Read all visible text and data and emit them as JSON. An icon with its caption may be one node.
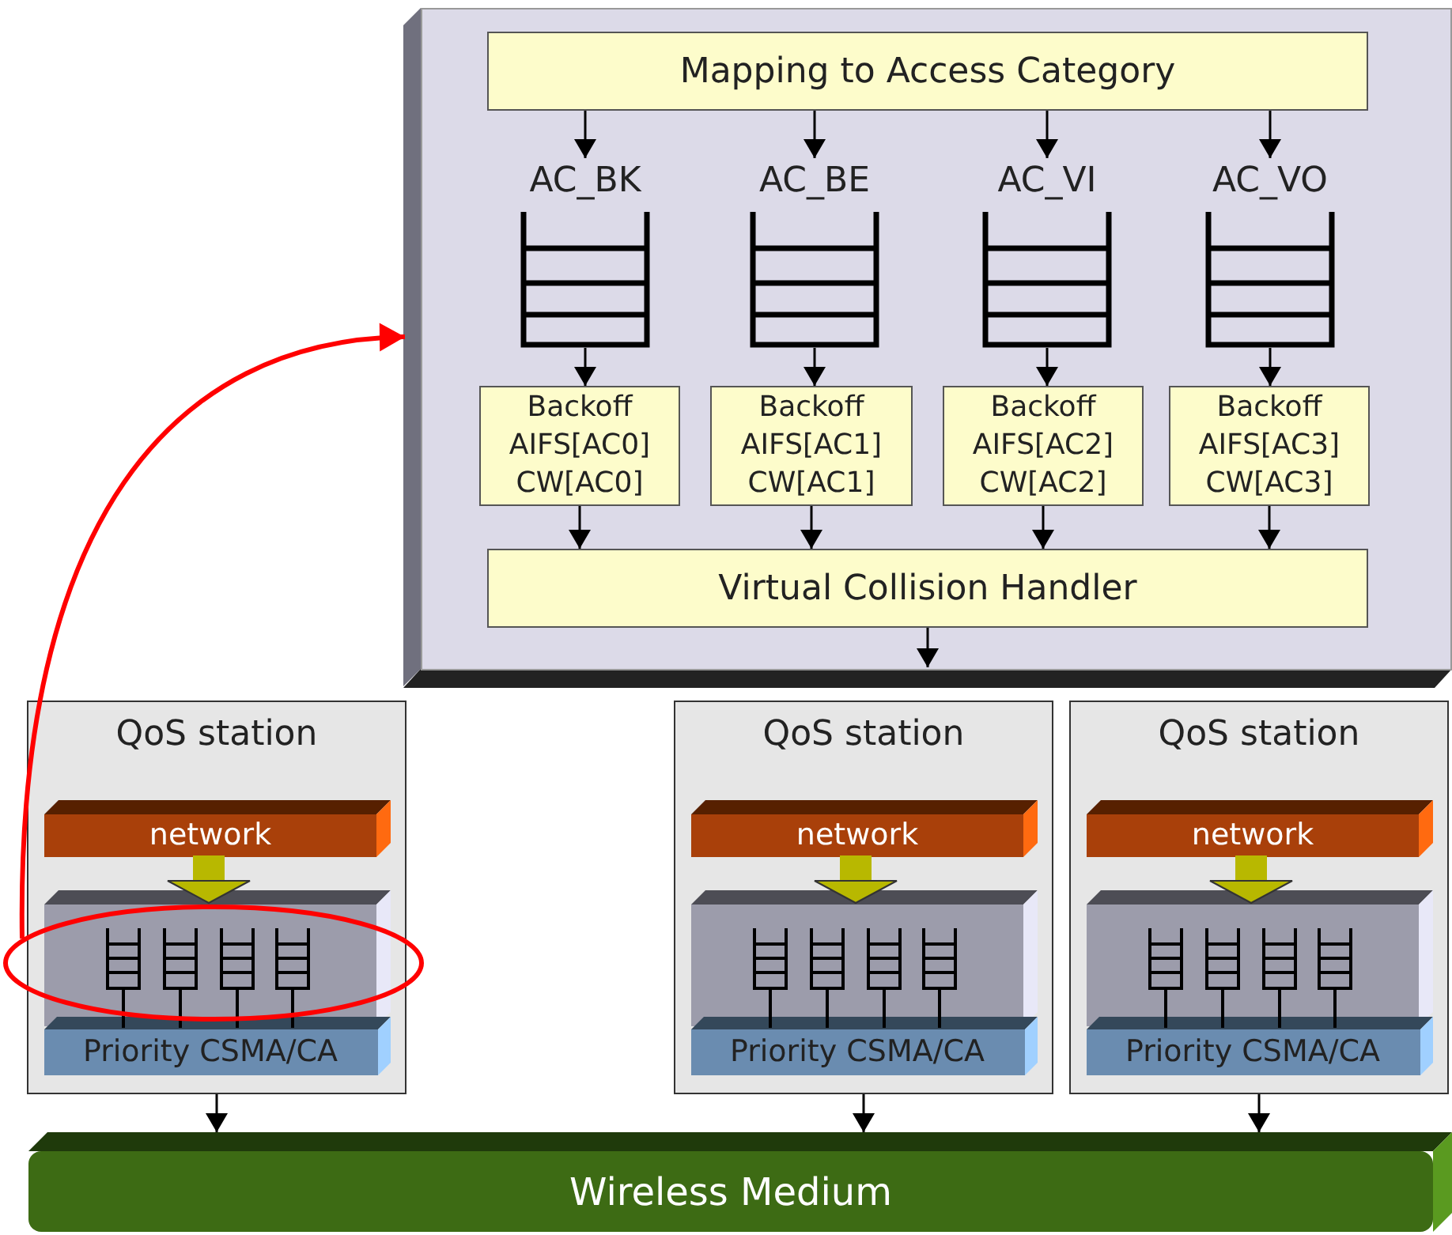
{
  "diagram": {
    "nodes": [
      {
        "text": [],
        "shape": "box"
      },
      {
        "text": [
          "Mapping to Access Category"
        ],
        "in": 0
      },
      {
        "text": [
          "AC_BK"
        ],
        "in": 0
      },
      {
        "text": [
          "AC_BE"
        ],
        "in": 0
      },
      {
        "text": [
          "AC_VI"
        ],
        "in": 0
      },
      {
        "text": [
          "AC_VO"
        ],
        "in": 0
      },
      {
        "text": [
          "Backoff AIFS[AC0] CW[AC0]"
        ],
        "in": 0
      },
      {
        "text": [
          "Backoff AIFS[AC1] CW[AC1]"
        ],
        "in": 0
      },
      {
        "text": [
          "Backoff AIFS[AC2] CW[AC2]"
        ],
        "in": 0
      },
      {
        "text": [
          "Backoff AIFS[AC3] CW[AC3]"
        ],
        "in": 0
      },
      {
        "text": [
          "Virtual Collision Handler"
        ],
        "in": 0
      },
      {
        "text": [
          "QoS station"
        ]
      },
      {
        "text": [
          "network"
        ],
        "in": 11
      },
      {
        "text": [],
        "shape": "box",
        "in": 11
      },
      {
        "text": [
          "Priority CSMA/CA"
        ],
        "in": 11
      },
      {
        "text": [],
        "shape": "ellipse"
      },
      {
        "text": [
          "QoS station"
        ]
      },
      {
        "text": [
          "network"
        ],
        "in": 16
      },
      {
        "text": [],
        "shape": "box",
        "in": 16
      },
      {
        "text": [
          "Priority CSMA/CA"
        ],
        "in": 16
      },
      {
        "text": [
          "QoS station"
        ]
      },
      {
        "text": [
          "network"
        ],
        "in": 20
      },
      {
        "text": [],
        "shape": "box",
        "in": 20
      },
      {
        "text": [
          "Priority CSMA/CA"
        ],
        "in": 20
      },
      {
        "text": [
          "Wireless Medium"
        ]
      }
    ],
    "edges": [
      {
        "from": 1,
        "to": 2,
        "arrow": "to"
      },
      {
        "from": 1,
        "to": 3,
        "arrow": "to"
      },
      {
        "from": 1,
        "to": 4,
        "arrow": "to"
      },
      {
        "from": 1,
        "to": 5,
        "arrow": "to"
      },
      {
        "from": 2,
        "to": 6,
        "arrow": "to"
      },
      {
        "from": 3,
        "to": 7,
        "arrow": "to"
      },
      {
        "from": 4,
        "to": 8,
        "arrow": "to"
      },
      {
        "from": 5,
        "to": 9,
        "arrow": "to"
      },
      {
        "from": 6,
        "to": 10,
        "arrow": "to"
      },
      {
        "from": 7,
        "to": 10,
        "arrow": "to"
      },
      {
        "from": 8,
        "to": 10,
        "arrow": "to"
      },
      {
        "from": 9,
        "to": 10,
        "arrow": "to"
      },
      {
        "from": 10,
        "to": null,
        "arrow": "to"
      },
      {
        "from": 15,
        "to": 0,
        "arrow": "to",
        "color": "#ff0000",
        "style": "thick"
      },
      {
        "from": 12,
        "to": 13,
        "arrow": "to",
        "style": "thick",
        "color": "#b8b800"
      },
      {
        "from": 17,
        "to": 18,
        "arrow": "to",
        "style": "thick",
        "color": "#b8b800"
      },
      {
        "from": 21,
        "to": 22,
        "arrow": "to",
        "style": "thick",
        "color": "#b8b800"
      },
      {
        "from": 11,
        "to": 24,
        "arrow": "to"
      },
      {
        "from": 16,
        "to": 24,
        "arrow": "to"
      },
      {
        "from": 20,
        "to": 24,
        "arrow": "to"
      }
    ]
  }
}
